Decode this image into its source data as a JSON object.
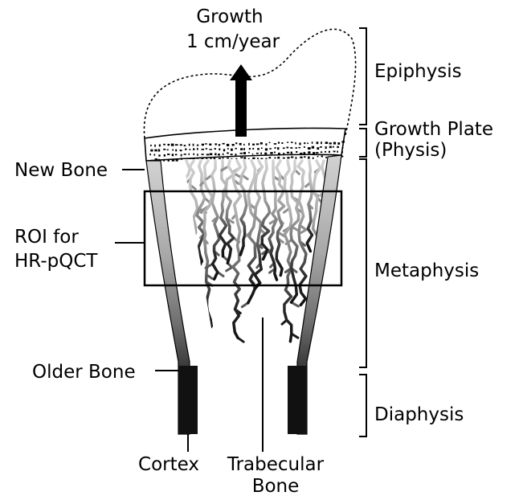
{
  "labels": {
    "growth_line1": "Growth",
    "growth_line2": "1 cm/year",
    "epiphysis": "Epiphysis",
    "growth_plate_line1": "Growth Plate",
    "growth_plate_line2": "(Physis)",
    "metaphysis": "Metaphysis",
    "diaphysis": "Diaphysis",
    "new_bone": "New Bone",
    "roi_line1": "ROI for",
    "roi_line2": "HR-pQCT",
    "older_bone": "Older Bone",
    "cortex": "Cortex",
    "trabecular_line1": "Trabecular",
    "trabecular_line2": "Bone"
  },
  "colors": {
    "ink": "#000000",
    "background": "#ffffff",
    "new_bone_gray": "#bdbdbd",
    "mid_bone_gray": "#8a8a8a",
    "old_bone_black": "#1a1a1a"
  }
}
